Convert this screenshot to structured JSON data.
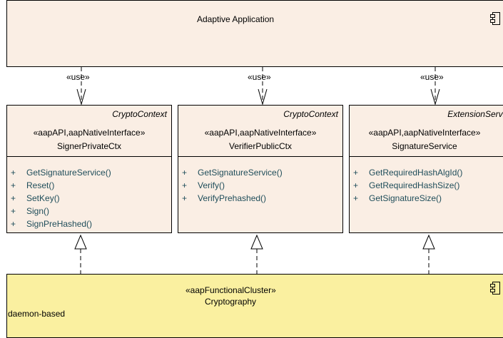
{
  "app": {
    "title": "Adaptive Application"
  },
  "use_label": "«use»",
  "classes": [
    {
      "parent": "CryptoContext",
      "stereotype": "«aapAPI,aapNativeInterface»",
      "name": "SignerPrivateCtx",
      "operations": [
        "GetSignatureService()",
        "Reset()",
        "SetKey()",
        "Sign()",
        "SignPreHashed()"
      ]
    },
    {
      "parent": "CryptoContext",
      "stereotype": "«aapAPI,aapNativeInterface»",
      "name": "VerifierPublicCtx",
      "operations": [
        "GetSignatureService()",
        "Verify()",
        "VerifyPrehashed()"
      ]
    },
    {
      "parent": "ExtensionService",
      "stereotype": "«aapAPI,aapNativeInterface»",
      "name": "SignatureService",
      "operations": [
        "GetRequiredHashAlgId()",
        "GetRequiredHashSize()",
        "GetSignatureSize()"
      ]
    }
  ],
  "visibility_marker": "+",
  "cluster": {
    "stereotype": "«aapFunctionalCluster»",
    "name": "Cryptography",
    "note": "daemon-based"
  },
  "colors": {
    "class_fill": "#faeee4",
    "cluster_fill": "#faf0a0",
    "operation_text": "#1f4d5a"
  }
}
